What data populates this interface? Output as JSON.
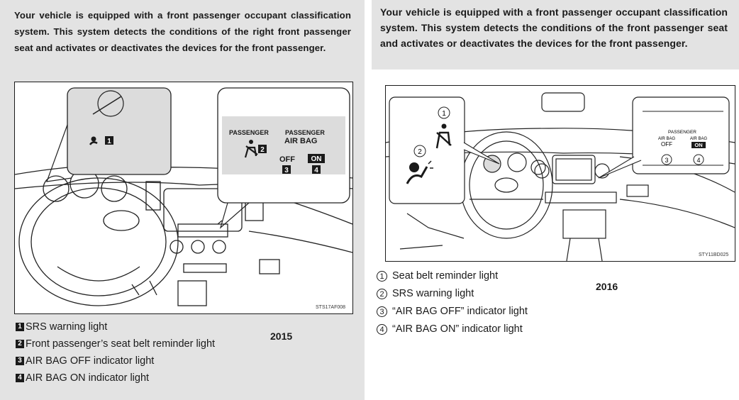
{
  "left": {
    "intro": "Your vehicle is equipped with a front passenger occupant classification system. This system detects the conditions of the right front passenger seat and activates or deactivates the devices for the front passenger.",
    "figure": {
      "code": "STS17AF008",
      "callout": {
        "label_passenger": "PASSENGER",
        "label_passenger_airbag_1": "PASSENGER",
        "label_passenger_airbag_2": "AIR BAG",
        "off": "OFF",
        "on": "ON",
        "n1": "1",
        "n2": "2",
        "n3": "3",
        "n4": "4"
      }
    },
    "legend": [
      {
        "num": "1",
        "text": "SRS warning light"
      },
      {
        "num": "2",
        "text": "Front passenger’s seat belt reminder light"
      },
      {
        "num": "3",
        "text": "AIR BAG OFF indicator light"
      },
      {
        "num": "4",
        "text": "AIR BAG ON indicator light"
      }
    ],
    "year": "2015"
  },
  "right": {
    "intro": "Your vehicle is equipped with a front passenger occupant classification system. This system detects the conditions of the front passenger seat and activates or deactivates the devices for the front passenger.",
    "figure": {
      "code": "STY11BD025",
      "callout": {
        "passenger": "PASSENGER",
        "airbag_off_1": "AIR BAG",
        "airbag_off_2": "OFF",
        "airbag_on_1": "AIR BAG",
        "airbag_on_2": "ON",
        "c1": "1",
        "c2": "2",
        "c3": "3",
        "c4": "4"
      }
    },
    "legend": [
      {
        "num": "1",
        "text": "Seat belt reminder light"
      },
      {
        "num": "2",
        "text": "SRS warning light"
      },
      {
        "num": "3",
        "text": "“AIR BAG OFF” indicator light"
      },
      {
        "num": "4",
        "text": "“AIR BAG ON” indicator light"
      }
    ],
    "year": "2016"
  }
}
